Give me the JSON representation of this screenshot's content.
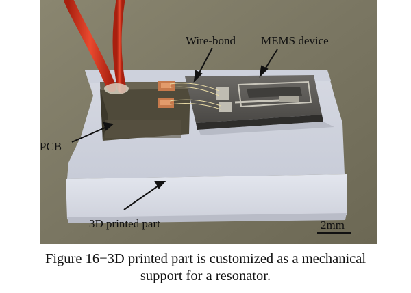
{
  "photo": {
    "labels": {
      "wire_bond": "Wire-bond",
      "mems_device": "MEMS device",
      "pcb": "PCB",
      "printed_part": "3D printed part",
      "scale": "2mm"
    }
  },
  "caption": {
    "line1": "Figure 16−3D printed part is customized as a mechanical",
    "line2": "support for a resonator."
  },
  "colors": {
    "background": "#7c7863",
    "printed_part": "#d9dce6",
    "wire": "#d6331f",
    "pcb": "#4f4a3a",
    "copper_pad": "#c77a4c",
    "mems_die": "#5e5c58"
  }
}
